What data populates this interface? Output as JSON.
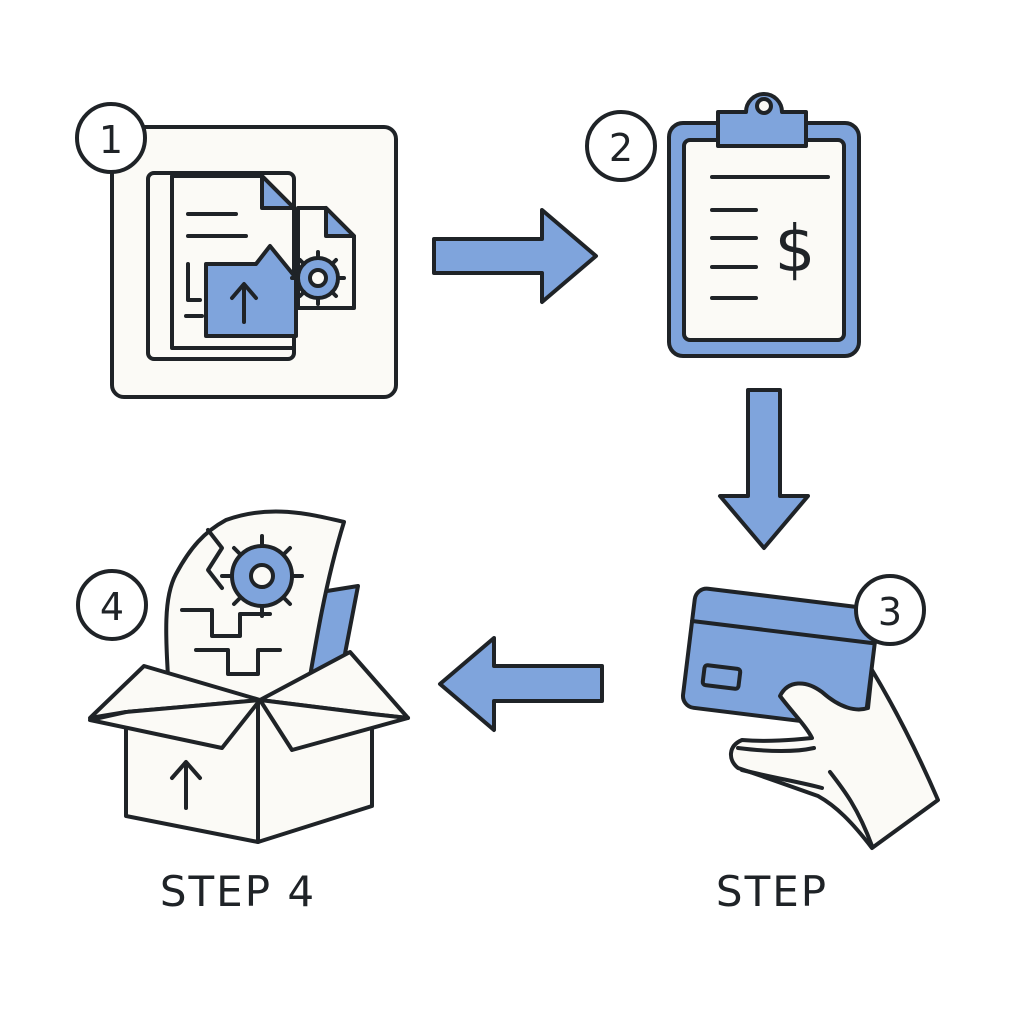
{
  "colors": {
    "accent": "#7fa4dc",
    "paper": "#fbfaf6",
    "ink": "#1f2327",
    "background": "#ffffff"
  },
  "steps": [
    {
      "number": "1",
      "icon": "document-upload-icon"
    },
    {
      "number": "2",
      "icon": "clipboard-invoice-icon",
      "symbol": "$"
    },
    {
      "number": "3",
      "icon": "credit-card-hand-icon"
    },
    {
      "number": "4",
      "icon": "open-box-delivery-icon"
    }
  ],
  "labels": {
    "step4": "STEP 4",
    "step3": "STEP"
  },
  "arrows": [
    {
      "from": "1",
      "to": "2",
      "direction": "right"
    },
    {
      "from": "2",
      "to": "3",
      "direction": "down"
    },
    {
      "from": "3",
      "to": "4",
      "direction": "left"
    }
  ]
}
